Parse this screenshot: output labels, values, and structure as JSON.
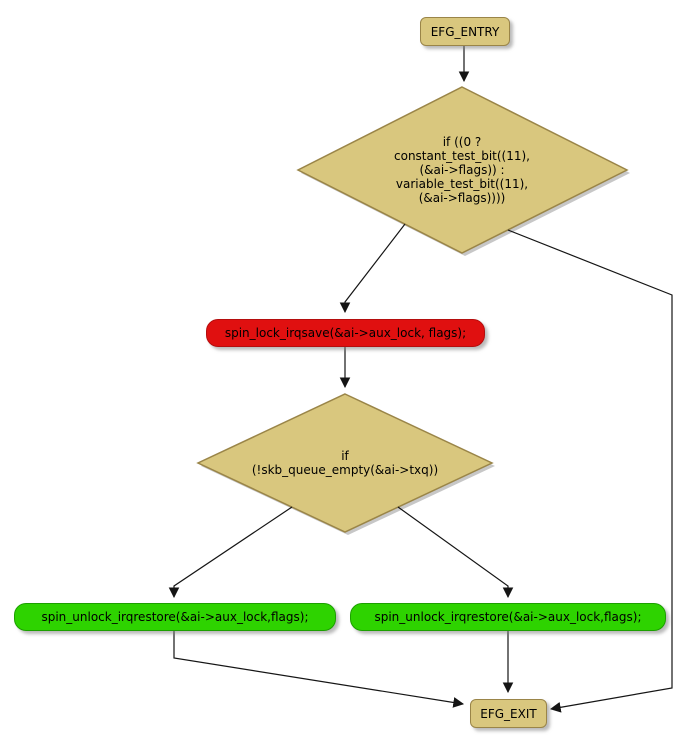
{
  "diagram": {
    "nodes": {
      "entry": {
        "label": "EFG_ENTRY"
      },
      "cond1": {
        "lines": [
          "if ((0 ?",
          "constant_test_bit((11),",
          "(&ai->flags)) :",
          "variable_test_bit((11),",
          "(&ai->flags))))"
        ]
      },
      "lock": {
        "label": "spin_lock_irqsave(&ai->aux_lock, flags);"
      },
      "cond2": {
        "lines": [
          "if",
          "(!skb_queue_empty(&ai->txq))"
        ]
      },
      "unlock_left": {
        "label": "spin_unlock_irqrestore(&ai->aux_lock,flags);"
      },
      "unlock_right": {
        "label": "spin_unlock_irqrestore(&ai->aux_lock,flags);"
      },
      "exit": {
        "label": "EFG_EXIT"
      }
    },
    "colors": {
      "background": "#ffffff",
      "node_fill": "#d9c77e",
      "node_border": "#9a8548",
      "red_fill": "#e01010",
      "red_border": "#b50d0d",
      "green_fill": "#2ed300",
      "green_border": "#1ca000",
      "edge": "#151515",
      "shadow": "#a9a9a9"
    }
  }
}
